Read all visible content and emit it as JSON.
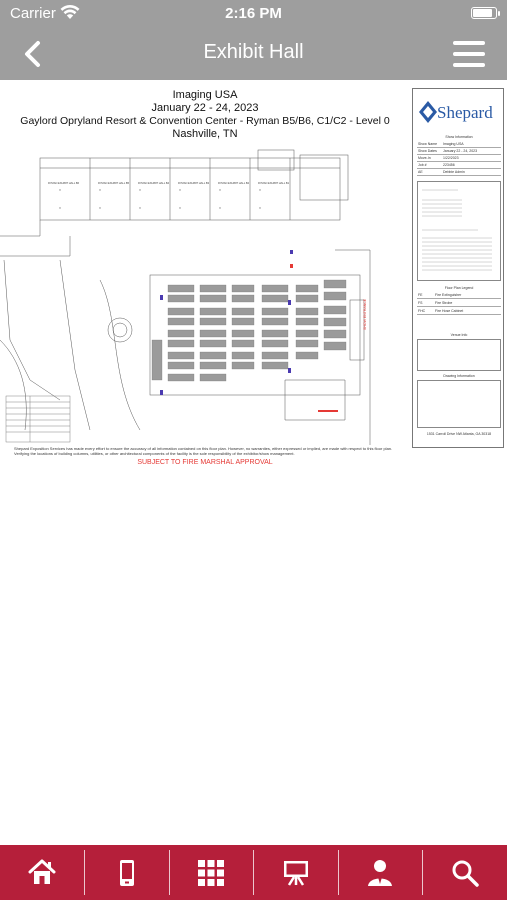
{
  "status_bar": {
    "carrier": "Carrier",
    "time": "2:16 PM",
    "battery_level": 0.9
  },
  "nav": {
    "title": "Exhibit Hall"
  },
  "floor_plan": {
    "show_name": "Imaging USA",
    "dates": "January 22 - 24, 2023",
    "venue": "Gaylord Opryland Resort & Convention Center - Ryman B5/B6, C1/C2 - Level 0",
    "city": "Nashville, TN",
    "disclaimer": "Shepard Exposition Services has made every effort to ensure the accuracy of all information contained on this floor plan. However, no warranties, either expressed or implied, are made with respect to this floor plan. Verifying the locations of building columns, utilities, or other architectural components of the facility is the sole responsibility of the exhibitor/show management.",
    "fire_marshal": "SUBJECT TO FIRE MARSHAL APPROVAL",
    "hall_labels": [
      "RYMAN EXHIBIT HALL B6",
      "RYMAN EXHIBIT HALL B5",
      "RYMAN EXHIBIT HALL B4",
      "RYMAN EXHIBIT HALL B3",
      "RYMAN EXHIBIT HALL B2",
      "RYMAN EXHIBIT HALL B1"
    ],
    "entrance_label": "SHOW ENTRANCE",
    "logo_text": "Shepard",
    "panel": {
      "show_info_title": "Show Information",
      "rows": [
        {
          "k": "Show Name",
          "v": "Imaging USA"
        },
        {
          "k": "Show Dates",
          "v": "January 22 - 24, 2023"
        },
        {
          "k": "Move-In",
          "v": "1/22/2023"
        },
        {
          "k": "Job #",
          "v": "223456"
        },
        {
          "k": "AE",
          "v": "Debbie Admin"
        }
      ],
      "legend_title": "Floor Plan Legend",
      "legend": [
        {
          "k": "FE",
          "v": "Fire Extinguisher"
        },
        {
          "k": "FS",
          "v": "Fire Strobe"
        },
        {
          "k": "FHC",
          "v": "Fire Hose Cabinet"
        }
      ],
      "venue_title": "Venue Info",
      "drawing_title": "Drawing Information",
      "address": "1531 Carroll Drive NW Atlanta, GA 30318"
    }
  },
  "tab_bar": {
    "tabs": [
      {
        "name": "tab-home",
        "icon": "home-icon"
      },
      {
        "name": "tab-mobile",
        "icon": "phone-icon"
      },
      {
        "name": "tab-grid",
        "icon": "grid-icon"
      },
      {
        "name": "tab-presentation",
        "icon": "presentation-icon"
      },
      {
        "name": "tab-speaker",
        "icon": "person-icon"
      },
      {
        "name": "tab-search",
        "icon": "search-icon"
      }
    ]
  },
  "colors": {
    "bar_gray": "#9e9e9e",
    "tab_red": "#b51f3a",
    "alert_red": "#e53935"
  }
}
